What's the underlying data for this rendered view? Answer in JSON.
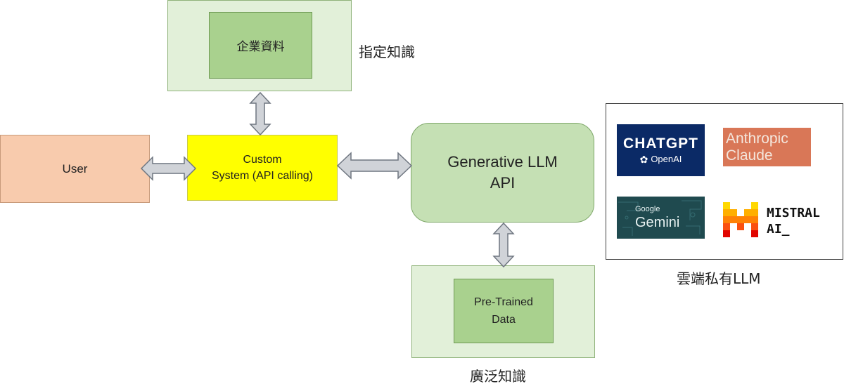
{
  "nodes": {
    "enterprise_data": "企業資料",
    "designated_knowledge": "指定知識",
    "user": "User",
    "custom_system_line1": "Custom",
    "custom_system_line2": "System (API calling)",
    "llm_api_line1": "Generative LLM",
    "llm_api_line2": "API",
    "pretrained_line1": "Pre-Trained",
    "pretrained_line2": "Data",
    "broad_knowledge": "廣泛知識",
    "cloud_private_llm": "雲端私有LLM"
  },
  "logos": {
    "chatgpt_main": "CHATGPT",
    "chatgpt_sub": "OpenAI",
    "anthropic_line1": "Anthropic",
    "anthropic_line2": "Claude",
    "gemini_small": "Google",
    "gemini_main": "Gemini",
    "mistral_line1": "MISTRAL",
    "mistral_line2": "AI_"
  },
  "colors": {
    "user_box": "#f8cbad",
    "custom_box": "#ffff00",
    "llm_box": "#c5e0b4",
    "outer_green": "#e2f0d9",
    "inner_green": "#a9d18e",
    "arrow_fill": "#d0d3d8",
    "chatgpt_bg": "#0b2a66",
    "anthropic_bg": "#d97757",
    "gemini_bg": "#1f4a4f",
    "mistral_orange": "#fa520f"
  }
}
